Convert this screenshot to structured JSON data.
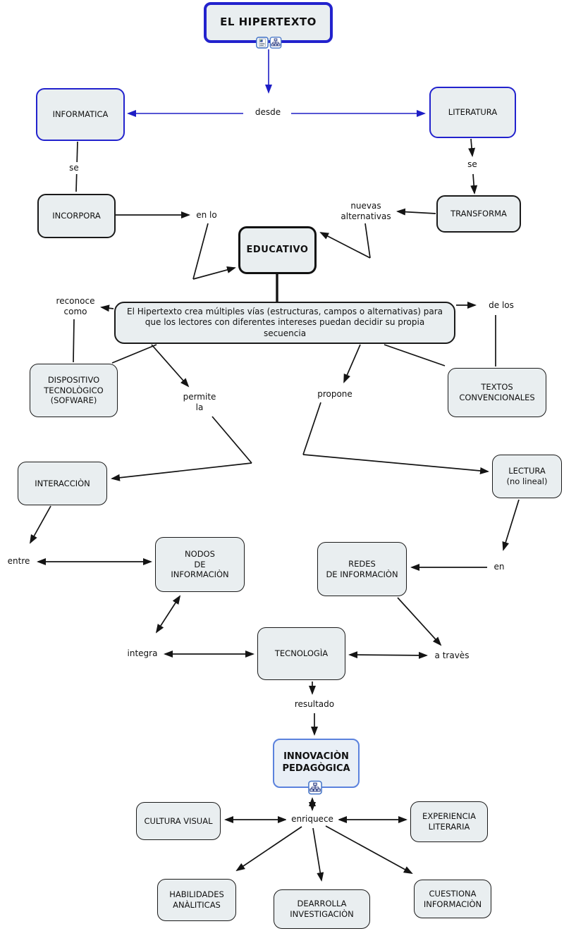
{
  "colors": {
    "box-bg": "#e9eef0",
    "node-border": "#1a1a1a",
    "blue-border": "#2222cd",
    "innovation-border": "#5b82dd",
    "line-black": "#141414",
    "line-blue": "#1e1ec5",
    "text": "#111111"
  },
  "nodes": {
    "hipertexto": "EL HIPERTEXTO",
    "informatica": "INFORMATICA",
    "literatura": "LITERATURA",
    "incorpora": "INCORPORA",
    "transforma": "TRANSFORMA",
    "educativo": "EDUCATIVO",
    "descripcion": "El Hipertexto crea múltiples vías (estructuras, campos o alternativas) para\nque los lectores con diferentes intereses puedan decidir su propia\nsecuencia",
    "dispositivo": "DISPOSITIVO\nTECNOLÒGICO\n(SOFWARE)",
    "textos": "TEXTOS\nCONVENCIONALES",
    "interaccion": "INTERACCIÒN",
    "lectura": "LECTURA\n(no lineal)",
    "nodos": "NODOS\nDE\nINFORMACIÒN",
    "redes": "REDES\nDE INFORMACIÒN",
    "tecnologia": "TECNOLOGÌA",
    "innovacion": "INNOVACIÒN\nPEDAGÒGICA",
    "cultura": "CULTURA VISUAL",
    "experiencia": "EXPERIENCIA\nLITERARIA",
    "habilidades": "HABILIDADES\nANÀLITICAS",
    "dearrolla": "DEARROLLA\nINVESTIGACIÒN",
    "cuestiona": "CUESTIONA\nINFORMACIÒN"
  },
  "links": {
    "desde": "desde",
    "se_left": "se",
    "se_right": "se",
    "en_lo": "en lo",
    "nuevas_alternativas": "nuevas\nalternativas",
    "reconoce_como": "reconoce\ncomo",
    "de_los": "de los",
    "permite_la": "permite\nla",
    "propone": "propone",
    "entre": "entre",
    "en": "en",
    "integra": "integra",
    "a_traves": "a travès",
    "resultado": "resultado",
    "enriquece": "enriquece"
  },
  "icons": {
    "hipertexto_left": "document-icon",
    "hipertexto_right": "hierarchy-icon",
    "innovacion_bottom": "hierarchy-icon"
  }
}
